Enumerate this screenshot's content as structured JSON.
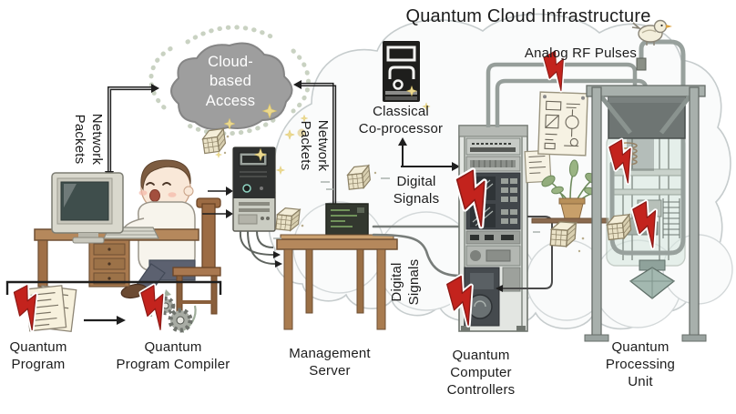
{
  "title": "Quantum Cloud Infrastructure",
  "labels": {
    "cloud_access": "Cloud-\nbased\nAccess",
    "network_packets": "Network\nPackets",
    "classical_coprocessor": "Classical\nCo-processor",
    "digital_signals": "Digital\nSignals",
    "analog_rf_pulses": "Analog RF Pulses",
    "quantum_program": "Quantum\nProgram",
    "quantum_program_compiler": "Quantum\nProgram Compiler",
    "management_server": "Management\nServer",
    "quantum_computer_controllers": "Quantum\nComputer\nControllers",
    "quantum_processing_unit": "Quantum\nProcessing\nUnit"
  },
  "icons": {
    "lightning_bolt_icon": "red zigzag bolt (signal marker)",
    "qubit_cube_icon": "wireframe cube (quantum data)",
    "cloud_icon": "puffy cloud",
    "bird_icon": "small bird on pipe",
    "plant_icon": "potted plant on shelf",
    "gear_icon": "meshed gears (compiler)",
    "document_icon": "code pages (program)",
    "server_rack_icon": "instrument rack",
    "tower_pc_icon": "desktop tower",
    "crt_monitor_icon": "CRT monitor",
    "laptop_icon": "laptop on table",
    "dilution_refrigerator_icon": "cryostat in frame"
  },
  "colors": {
    "title_text": "#1c1c1c",
    "label_text": "#1c1c1c",
    "cloud_access_fill": "#9e9e9e",
    "cloud_access_text": "#ffffff",
    "infra_cloud_stroke": "#c6cccd",
    "bolt_red": "#c3231d",
    "arrow_black": "#1f1f1f",
    "pipe_gray": "#969e9a",
    "wood_brown": "#b5885c"
  }
}
